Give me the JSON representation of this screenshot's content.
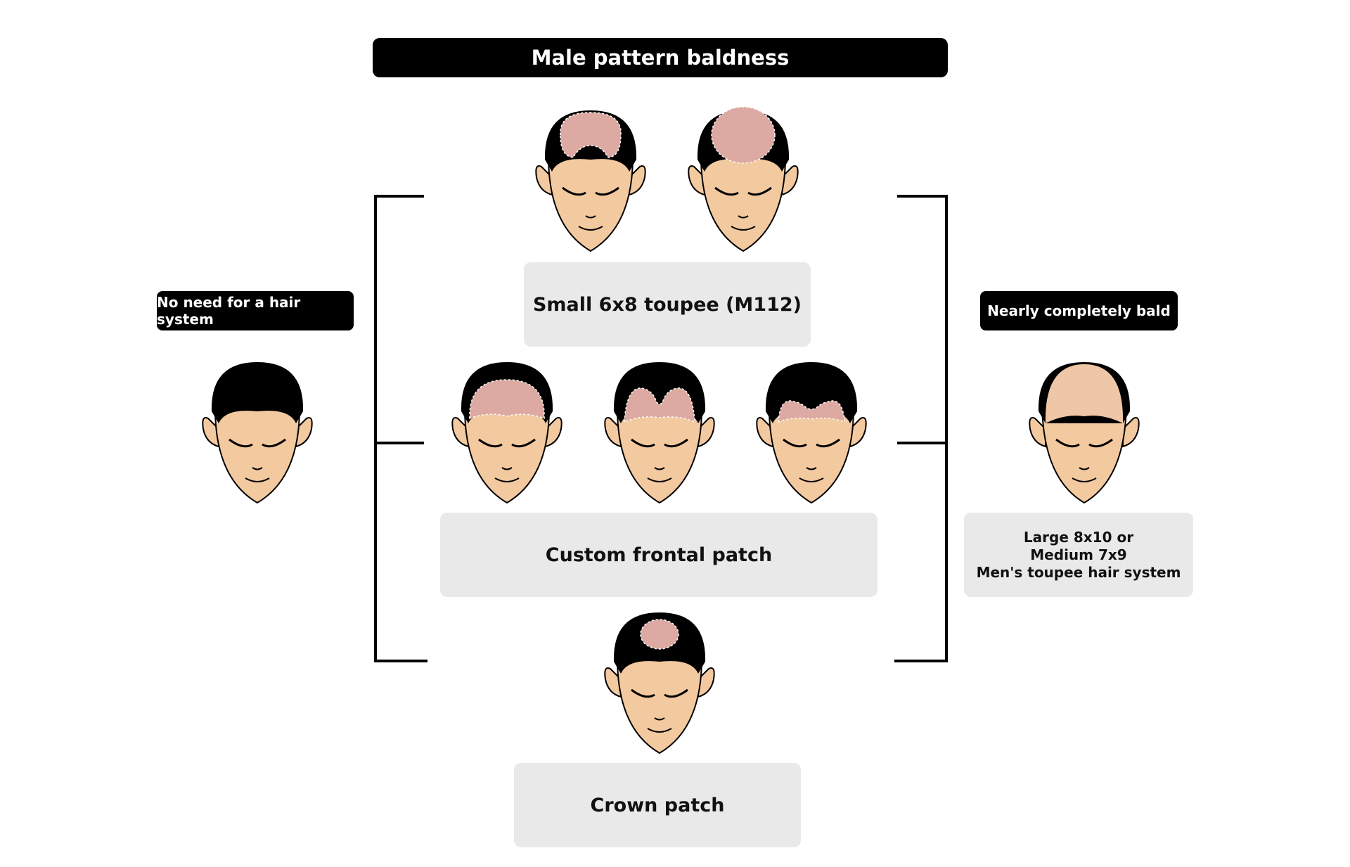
{
  "title": "Male pattern baldness",
  "tags": {
    "left": "No need for a hair system",
    "right": "Nearly completely bald"
  },
  "boxes": {
    "small_toupee": "Small 6x8 toupee (M112)",
    "frontal": "Custom frontal patch",
    "crown": "Crown patch",
    "large": [
      "Large 8x10 or",
      "Medium 7x9",
      "Men's toupee hair system"
    ]
  },
  "colors": {
    "hair": "#000000",
    "skin": "#f3c9a0",
    "bald_patch": "#dcaaa2",
    "box_bg": "#e9e9e9"
  },
  "heads": [
    {
      "id": "full-hair",
      "pattern": "none"
    },
    {
      "id": "vertex-top",
      "pattern": "vertex-with-island"
    },
    {
      "id": "top-oval",
      "pattern": "top-oval"
    },
    {
      "id": "frontal-1",
      "pattern": "frontal-recession"
    },
    {
      "id": "frontal-2",
      "pattern": "frontal-peak"
    },
    {
      "id": "frontal-3",
      "pattern": "frontal-m"
    },
    {
      "id": "crown",
      "pattern": "crown"
    },
    {
      "id": "bald",
      "pattern": "nearly-bald"
    }
  ]
}
